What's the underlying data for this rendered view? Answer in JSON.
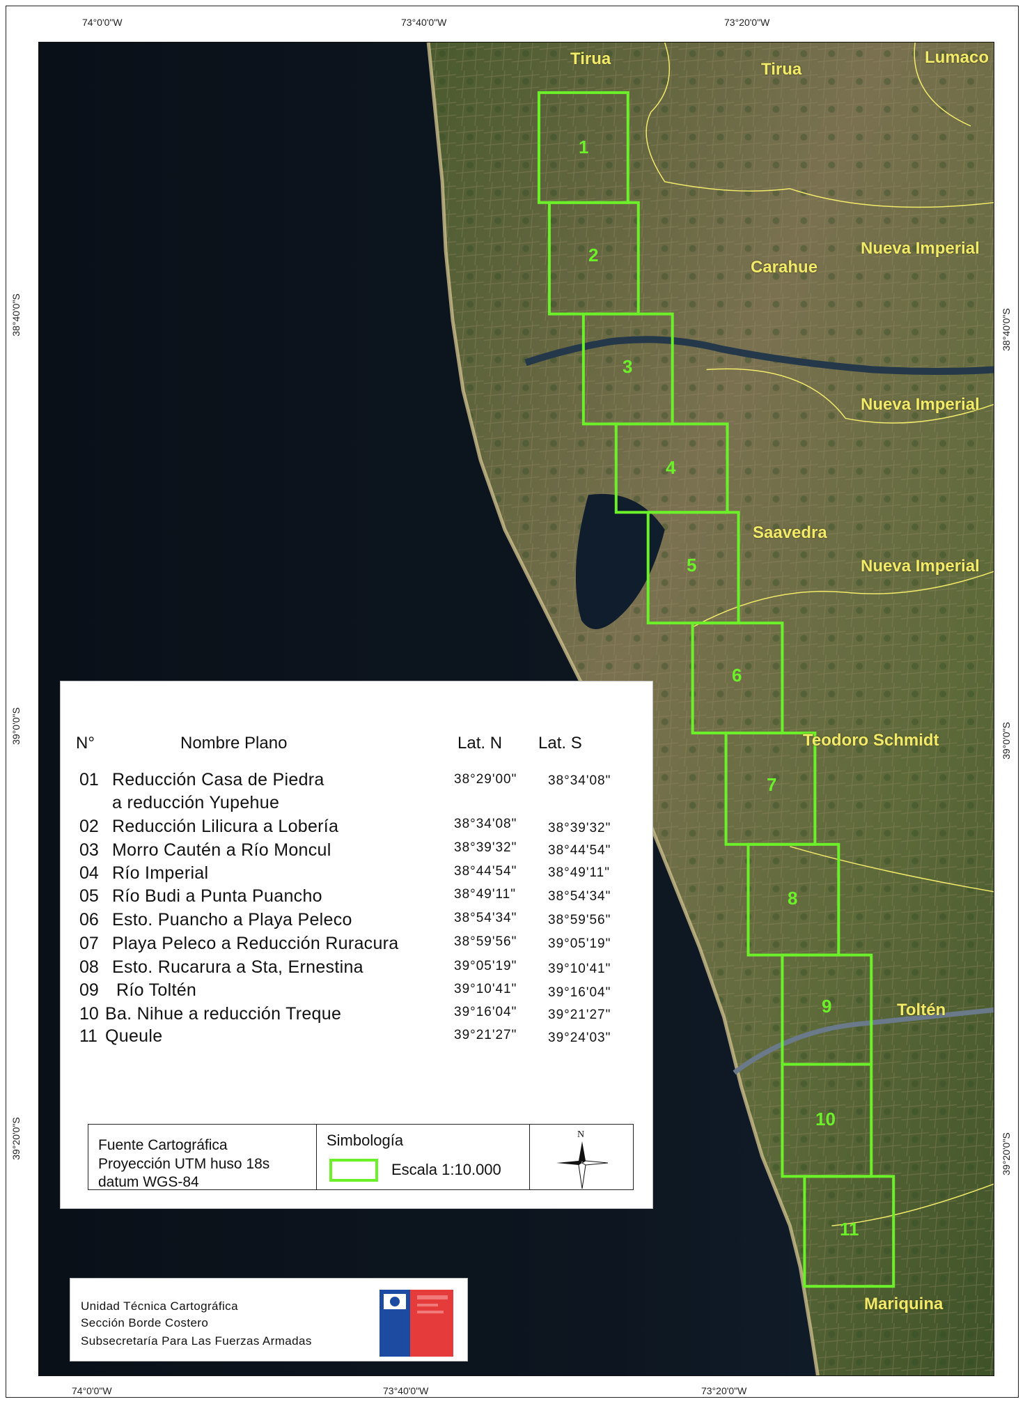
{
  "coordinates": {
    "top": [
      "74°0'0\"W",
      "73°40'0\"W",
      "73°20'0\"W"
    ],
    "bottom": [
      "74°0'0\"W",
      "73°40'0\"W",
      "73°20'0\"W"
    ],
    "left": [
      "38°40'0\"S",
      "39°0'0\"S",
      "39°20'0\"S"
    ],
    "right": [
      "38°40'0\"S",
      "39°0'0\"S",
      "39°20'0\"S"
    ]
  },
  "places": [
    "Tirua",
    "Tirua",
    "Lumaco",
    "Nueva Imperial",
    "Carahue",
    "Nueva Imperial",
    "Saavedra",
    "Nueva Imperial",
    "Teodoro Schmidt",
    "Toltén",
    "Mariquina"
  ],
  "sheets": [
    "1",
    "2",
    "3",
    "4",
    "5",
    "6",
    "7",
    "8",
    "9",
    "10",
    "11"
  ],
  "legend": {
    "headers": {
      "num": "N°",
      "name": "Nombre Plano",
      "latn": "Lat. N",
      "lats": "Lat. S"
    },
    "rows": [
      {
        "num": "01",
        "name": "Reducción Casa de Piedra",
        "name2": "a reducción Yupehue",
        "latn": "38°29'00\"",
        "lats": "38°34'08\""
      },
      {
        "num": "02",
        "name": "Reducción Lilicura a Lobería",
        "latn": "38°34'08\"",
        "lats": "38°39'32\""
      },
      {
        "num": "03",
        "name": "Morro Cautén a Río Moncul",
        "latn": "38°39'32\"",
        "lats": "38°44'54\""
      },
      {
        "num": "04",
        "name": "Río Imperial",
        "latn": "38°44'54\"",
        "lats": "38°49'11\""
      },
      {
        "num": "05",
        "name": "Río Budi a Punta Puancho",
        "latn": "38°49'11\"",
        "lats": "38°54'34\""
      },
      {
        "num": "06",
        "name": "Esto. Puancho a Playa Peleco",
        "latn": "38°54'34\"",
        "lats": "38°59'56\""
      },
      {
        "num": "07",
        "name": "Playa Peleco a Reducción Ruracura",
        "latn": "38°59'56\"",
        "lats": "39°05'19\""
      },
      {
        "num": "08",
        "name": "Esto. Rucarura a Sta, Ernestina",
        "latn": "39°05'19\"",
        "lats": "39°10'41\""
      },
      {
        "num": "09",
        "name": "Río Toltén",
        "latn": "39°10'41\"",
        "lats": "39°16'04\""
      },
      {
        "num": "10",
        "name": "Ba. Nihue a reducción Treque",
        "latn": "39°16'04\"",
        "lats": "39°21'27\""
      },
      {
        "num": "11",
        "name": "Queule",
        "latn": "39°21'27\"",
        "lats": "39°24'03\""
      }
    ],
    "source": [
      "Fuente Cartográfica",
      "Proyección UTM huso  18s",
      "datum WGS-84"
    ],
    "symbology_title": "Simbología",
    "scale_label": "Escala 1:10.000",
    "north_label": "N",
    "sheet_color": "#6cf02a",
    "place_color": "#f2ea6b"
  },
  "credits": [
    "Unidad Técnica Cartográfica",
    "Sección Borde Costero",
    "Subsecretaría Para Las Fuerzas Armadas"
  ]
}
